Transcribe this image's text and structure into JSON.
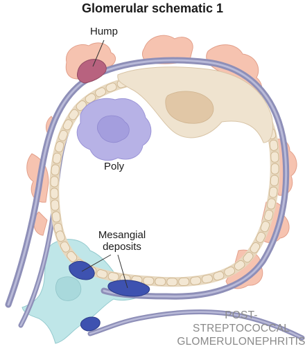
{
  "title": "Glomerular schematic 1",
  "labels": {
    "hump": "Hump",
    "poly": "Poly",
    "mesangial_line1": "Mesangial",
    "mesangial_line2": "deposits"
  },
  "caption": {
    "line1": "POST-",
    "line2": "STREPTOCOCCAL",
    "line3": "GLOMERULONEPHRITIS"
  },
  "colors": {
    "podocyte": "#f6c3b0",
    "podocyte_stroke": "#e29f8a",
    "basement_membrane": "#8e8fb8",
    "endothelium": "#efe3cf",
    "endothelial_nucleus": "#e1c7a6",
    "neutrophil": "#b7b2e6",
    "mesangial_cell": "#bfe6e8",
    "deposit": "#3e52b0",
    "hump": "#b8627f",
    "caption": "#8a8a8a"
  }
}
